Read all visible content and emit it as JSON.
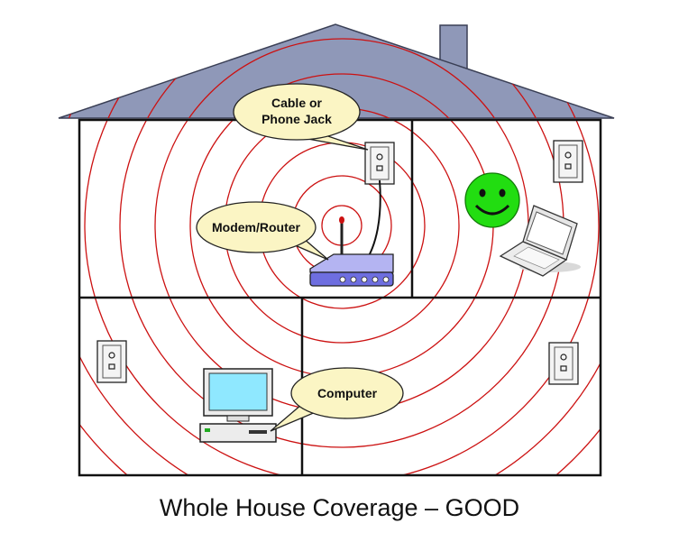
{
  "caption": "Whole House Coverage – GOOD",
  "callouts": {
    "jack_line1": "Cable or",
    "jack_line2": "Phone Jack",
    "modem": "Modem/Router",
    "computer": "Computer"
  },
  "colors": {
    "rings": "#cc1111",
    "bubble_fill": "#fbf5c4",
    "roof": "#8f98b8",
    "smiley": "#22dd11",
    "screen": "#8fe8ff",
    "router": "#6e6ee0"
  },
  "icons": [
    "wireless-signal-rings",
    "wall-jack-icon",
    "smiley-icon",
    "laptop-icon",
    "router-icon",
    "desktop-computer-icon"
  ]
}
